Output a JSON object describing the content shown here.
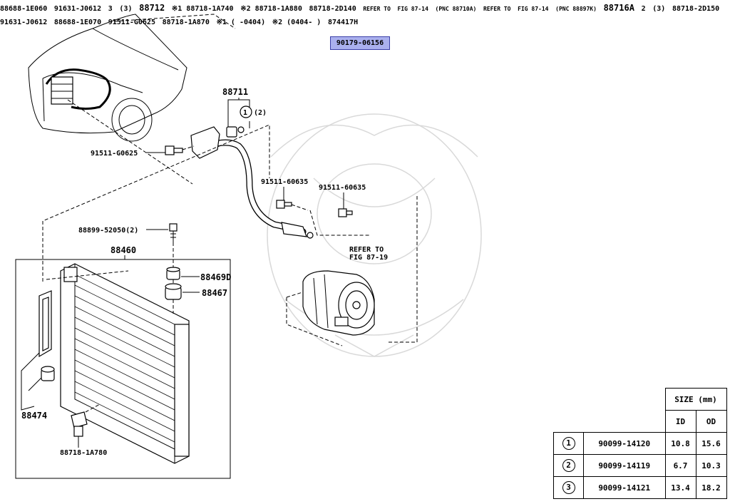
{
  "labels": {
    "p_88711": "88711",
    "c1_88711": "(2)",
    "p_91511_G0625_top": "91511-G0625",
    "p_91511_60635_a": "91511-60635",
    "p_91511_60635_b": "91511-60635",
    "p_88899": "88899-52050(2)",
    "p_88460": "88460",
    "p_88469D": "88469D",
    "p_88467": "88467",
    "p_88474": "88474",
    "p_88718_1A780": "88718-1A780",
    "p_90179": "90179-06156",
    "p_88688_1E060": "88688-1E060",
    "p_91631_J0612_top": "91631-J0612",
    "refer_87_19_a": "REFER TO",
    "refer_87_19_b": "FIG 87-19",
    "n1_88718_1A740": "※1 88718-1A740",
    "n2_88718_1A880": "※2 88718-1A880",
    "p_88718_2D140": "88718-2D140",
    "refer_87_14a_a": "REFER TO",
    "refer_87_14a_b": "FIG 87-14",
    "refer_87_14a_c": "(PNC 88710A)",
    "refer_87_14b_a": "REFER TO",
    "refer_87_14b_b": "FIG 87-14",
    "refer_87_14b_c": "(PNC 88897K)",
    "c3_88712": "(3)",
    "p_88712": "88712",
    "p_88716A": "88716A",
    "c2_88716A": "(3)",
    "p_88718_2D150": "88718-2D150",
    "p_91631_J0612_low": "91631-J0612",
    "p_88688_1E070": "88688-1E070",
    "p_91511_G0625_low": "91511-G0625",
    "p_88718_1A870": "88718-1A870",
    "note1": "※1 (     -0404)",
    "note2": "※2 (0404-     )",
    "fig_code": "874417H",
    "circle1": "1",
    "circle2": "2",
    "circle3": "3"
  },
  "highlight": "90179-06156",
  "table": {
    "title": "SIZE (mm)",
    "col_id": "ID",
    "col_od": "OD",
    "rows": [
      {
        "mark": "1",
        "part": "90099-14120",
        "id": "10.8",
        "od": "15.6"
      },
      {
        "mark": "2",
        "part": "90099-14119",
        "id": "6.7",
        "od": "10.3"
      },
      {
        "mark": "3",
        "part": "90099-14121",
        "id": "13.4",
        "od": "18.2"
      }
    ]
  }
}
